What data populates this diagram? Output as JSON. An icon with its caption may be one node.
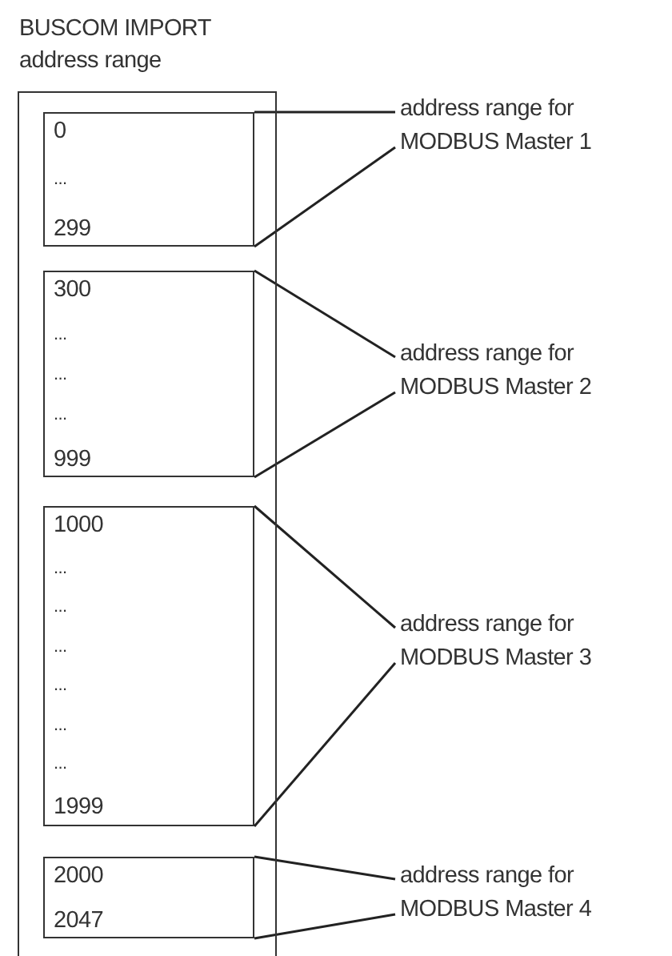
{
  "diagram": {
    "nodes": [
      {
        "text": [
          "BUSCOM IMPORT address range"
        ]
      },
      {
        "text": [
          "0",
          "...",
          "299"
        ],
        "in": 0
      },
      {
        "text": [
          "300",
          "...",
          "...",
          "...",
          "999"
        ],
        "in": 0
      },
      {
        "text": [
          "1000",
          "...",
          "...",
          "...",
          "...",
          "...",
          "...",
          "1999"
        ],
        "in": 0
      },
      {
        "text": [
          "2000",
          "2047"
        ],
        "in": 0
      },
      {
        "text": [
          "address range for MODBUS Master 1"
        ]
      },
      {
        "text": [
          "address range for MODBUS Master 2"
        ]
      },
      {
        "text": [
          "address range for MODBUS Master 3"
        ]
      },
      {
        "text": [
          "address range for MODBUS Master 4"
        ]
      }
    ],
    "edges": [
      {
        "from": 1,
        "to": 5,
        "arrow": "none"
      },
      {
        "from": 1,
        "to": 5,
        "arrow": "none"
      },
      {
        "from": 2,
        "to": 6,
        "arrow": "none"
      },
      {
        "from": 2,
        "to": 6,
        "arrow": "none"
      },
      {
        "from": 3,
        "to": 7,
        "arrow": "none"
      },
      {
        "from": 3,
        "to": 7,
        "arrow": "none"
      },
      {
        "from": 4,
        "to": 8,
        "arrow": "none"
      },
      {
        "from": 4,
        "to": 8,
        "arrow": "none"
      }
    ]
  }
}
